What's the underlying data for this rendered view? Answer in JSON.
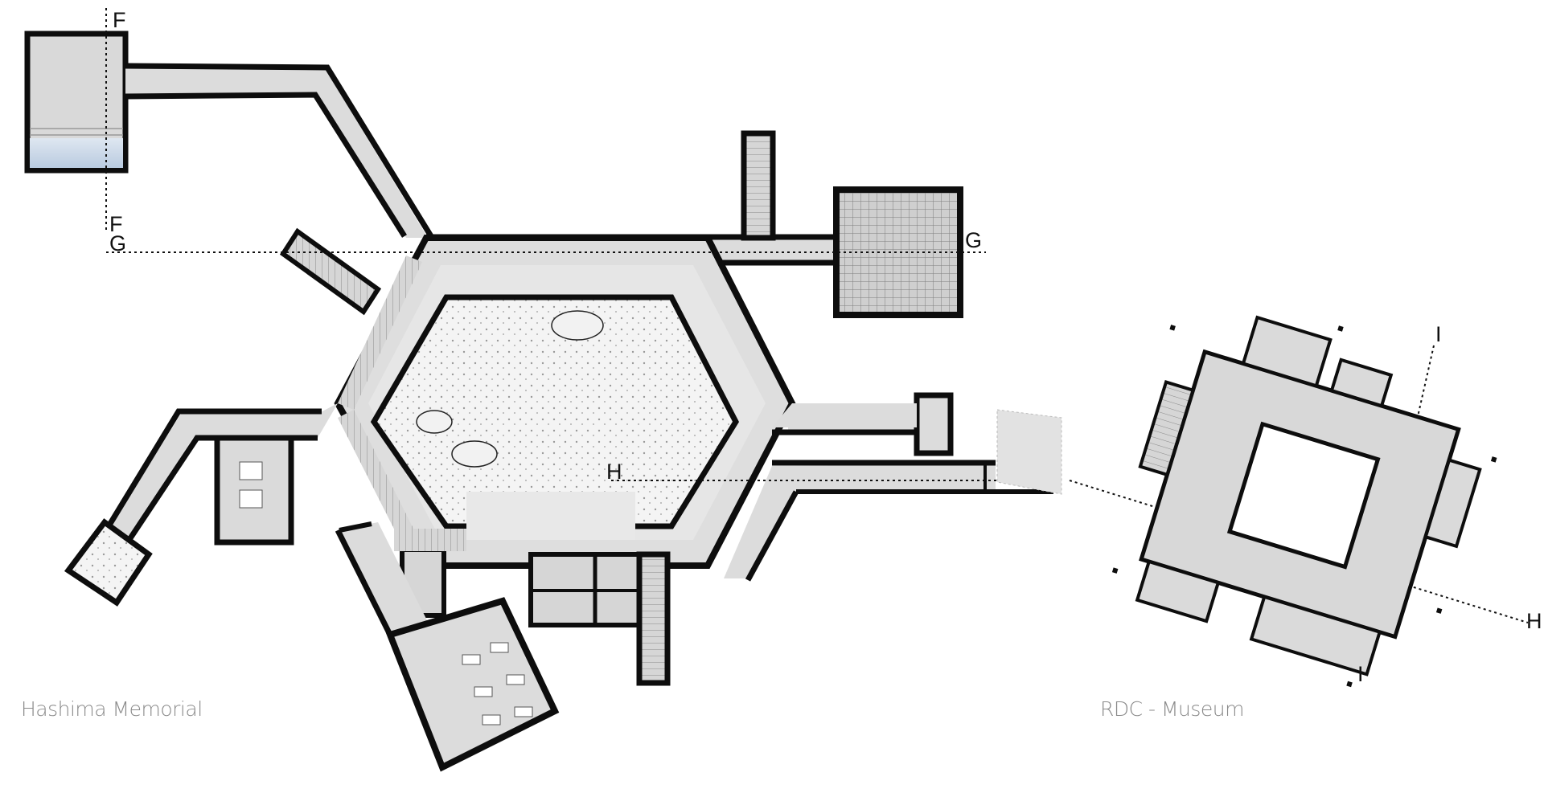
{
  "captions": {
    "left": "Hashima Memorial",
    "right": "RDC - Museum"
  },
  "section_marks": {
    "f_top": "F",
    "f_bottom": "F",
    "g_left": "G",
    "g_right": "G",
    "h_left": "H",
    "h_right": "H",
    "i_top": "I",
    "i_bottom": "I"
  },
  "colors": {
    "wall": "#0d0d0d",
    "floor": "#dcdcdc",
    "floor_light": "#ececec",
    "courtyard": "#f3f3f3",
    "water": "#c9d7e6",
    "caption": "#8a8a8a"
  }
}
